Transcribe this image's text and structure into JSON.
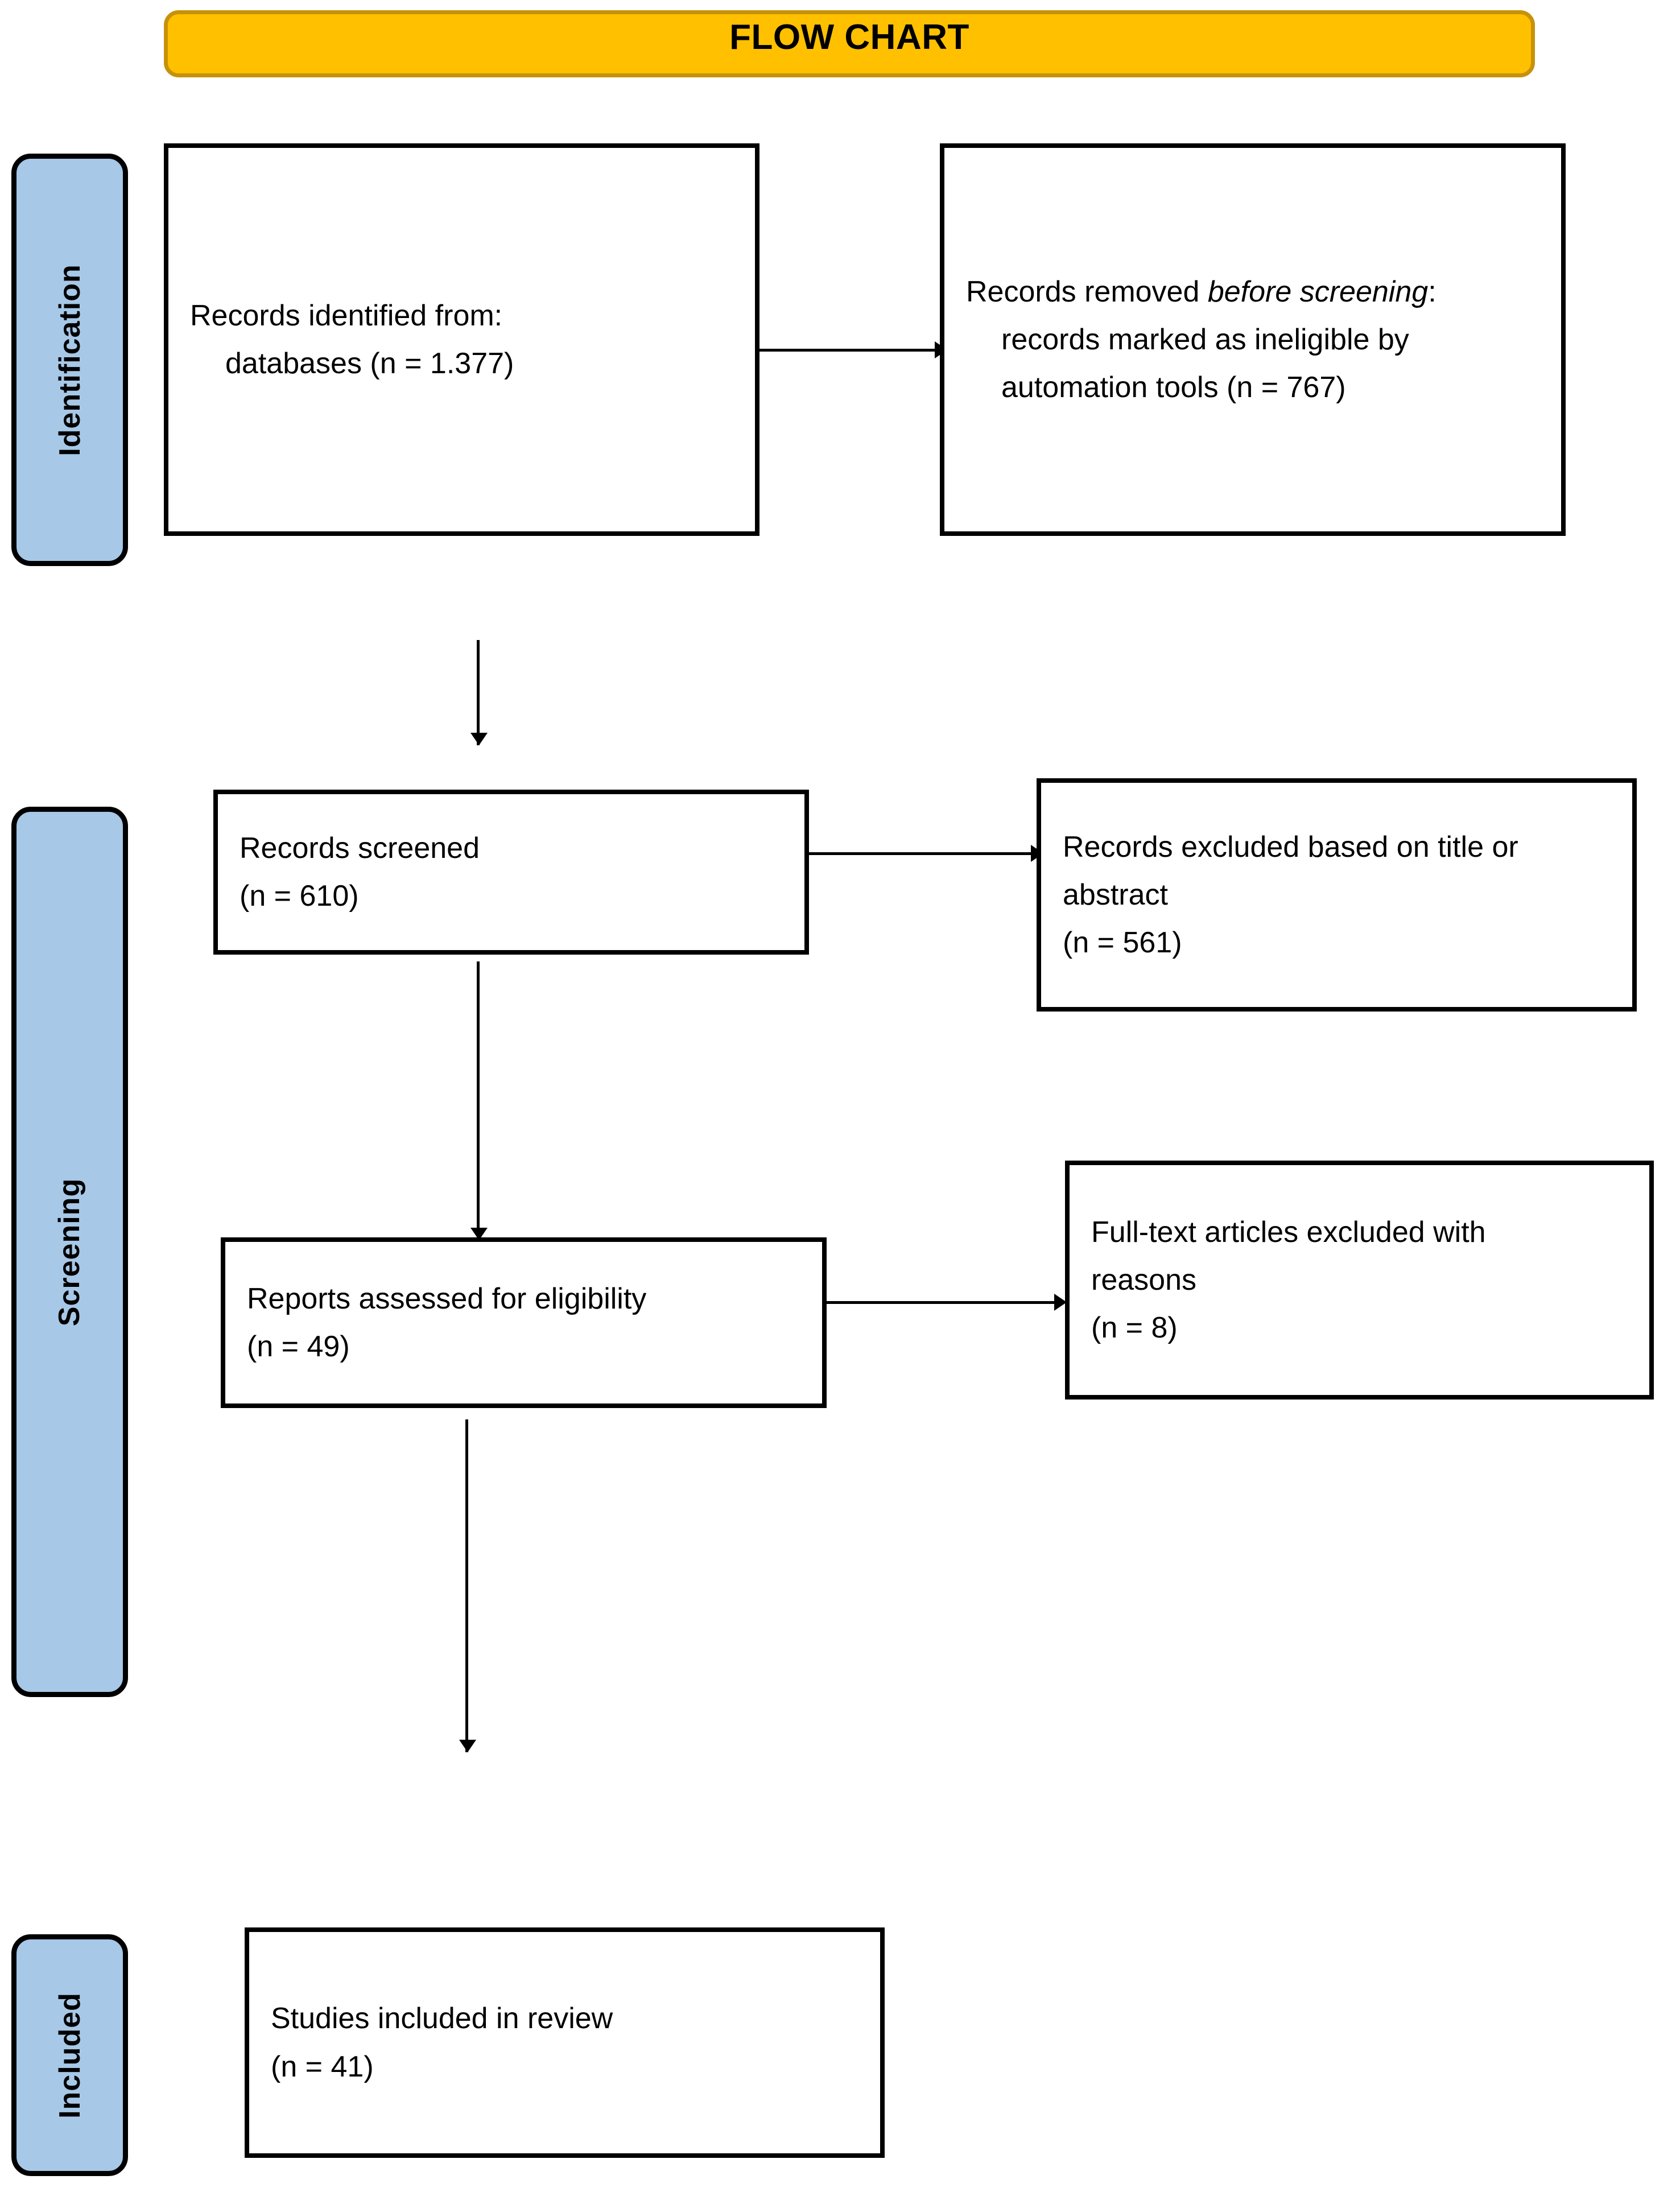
{
  "header": {
    "title": "FLOW CHART",
    "accent_color": "#FFC000",
    "accent_border_color": "#C79209"
  },
  "stages": [
    {
      "id": "identification",
      "label": "Identification",
      "color": "#A7C8E7"
    },
    {
      "id": "screening",
      "label": "Screening",
      "color": "#A7C8E7"
    },
    {
      "id": "included",
      "label": "Included",
      "color": "#A7C8E7"
    }
  ],
  "boxes": {
    "records_identified": {
      "line1": "Records identified from:",
      "line2": "databases (n = 1.377)"
    },
    "records_removed": {
      "line1_pre": "Records removed ",
      "line1_em": "before screening",
      "line1_post": ":",
      "line2": "records marked as ineligible by",
      "line3": "automation tools (n = 767)"
    },
    "records_screened": {
      "line1": "Records screened",
      "line2": "(n = 610)"
    },
    "records_excluded": {
      "line1": "Records excluded based on title or",
      "line2": "abstract",
      "line3": "(n = 561)"
    },
    "reports_assessed": {
      "line1": "Reports assessed for eligibility",
      "line2": "(n = 49)"
    },
    "fulltext_excluded": {
      "line1": "Full-text articles excluded with",
      "line2": "reasons",
      "line3": "(n = 8)"
    },
    "studies_included": {
      "line1": "Studies included in review",
      "line2": "(n = 41)"
    }
  },
  "chart_data": {
    "type": "diagram",
    "title": "FLOW CHART",
    "diagram_kind": "PRISMA flow diagram",
    "nodes": [
      {
        "id": "records_identified",
        "stage": "Identification",
        "label": "Records identified from: databases",
        "n": 1377,
        "n_display": "1.377"
      },
      {
        "id": "records_removed",
        "stage": "Identification",
        "label": "Records removed before screening: records marked as ineligible by automation tools",
        "n": 767,
        "n_display": "767"
      },
      {
        "id": "records_screened",
        "stage": "Screening",
        "label": "Records screened",
        "n": 610,
        "n_display": "610"
      },
      {
        "id": "records_excluded",
        "stage": "Screening",
        "label": "Records excluded based on title or abstract",
        "n": 561,
        "n_display": "561"
      },
      {
        "id": "reports_assessed",
        "stage": "Screening",
        "label": "Reports assessed for eligibility",
        "n": 49,
        "n_display": "49"
      },
      {
        "id": "fulltext_excluded",
        "stage": "Screening",
        "label": "Full-text articles excluded with reasons",
        "n": 8,
        "n_display": "8"
      },
      {
        "id": "studies_included",
        "stage": "Included",
        "label": "Studies included in review",
        "n": 41,
        "n_display": "41"
      }
    ],
    "edges": [
      {
        "from": "records_identified",
        "to": "records_removed",
        "direction": "right"
      },
      {
        "from": "records_identified",
        "to": "records_screened",
        "direction": "down"
      },
      {
        "from": "records_screened",
        "to": "records_excluded",
        "direction": "right"
      },
      {
        "from": "records_screened",
        "to": "reports_assessed",
        "direction": "down"
      },
      {
        "from": "reports_assessed",
        "to": "fulltext_excluded",
        "direction": "right"
      },
      {
        "from": "reports_assessed",
        "to": "studies_included",
        "direction": "down"
      }
    ]
  }
}
